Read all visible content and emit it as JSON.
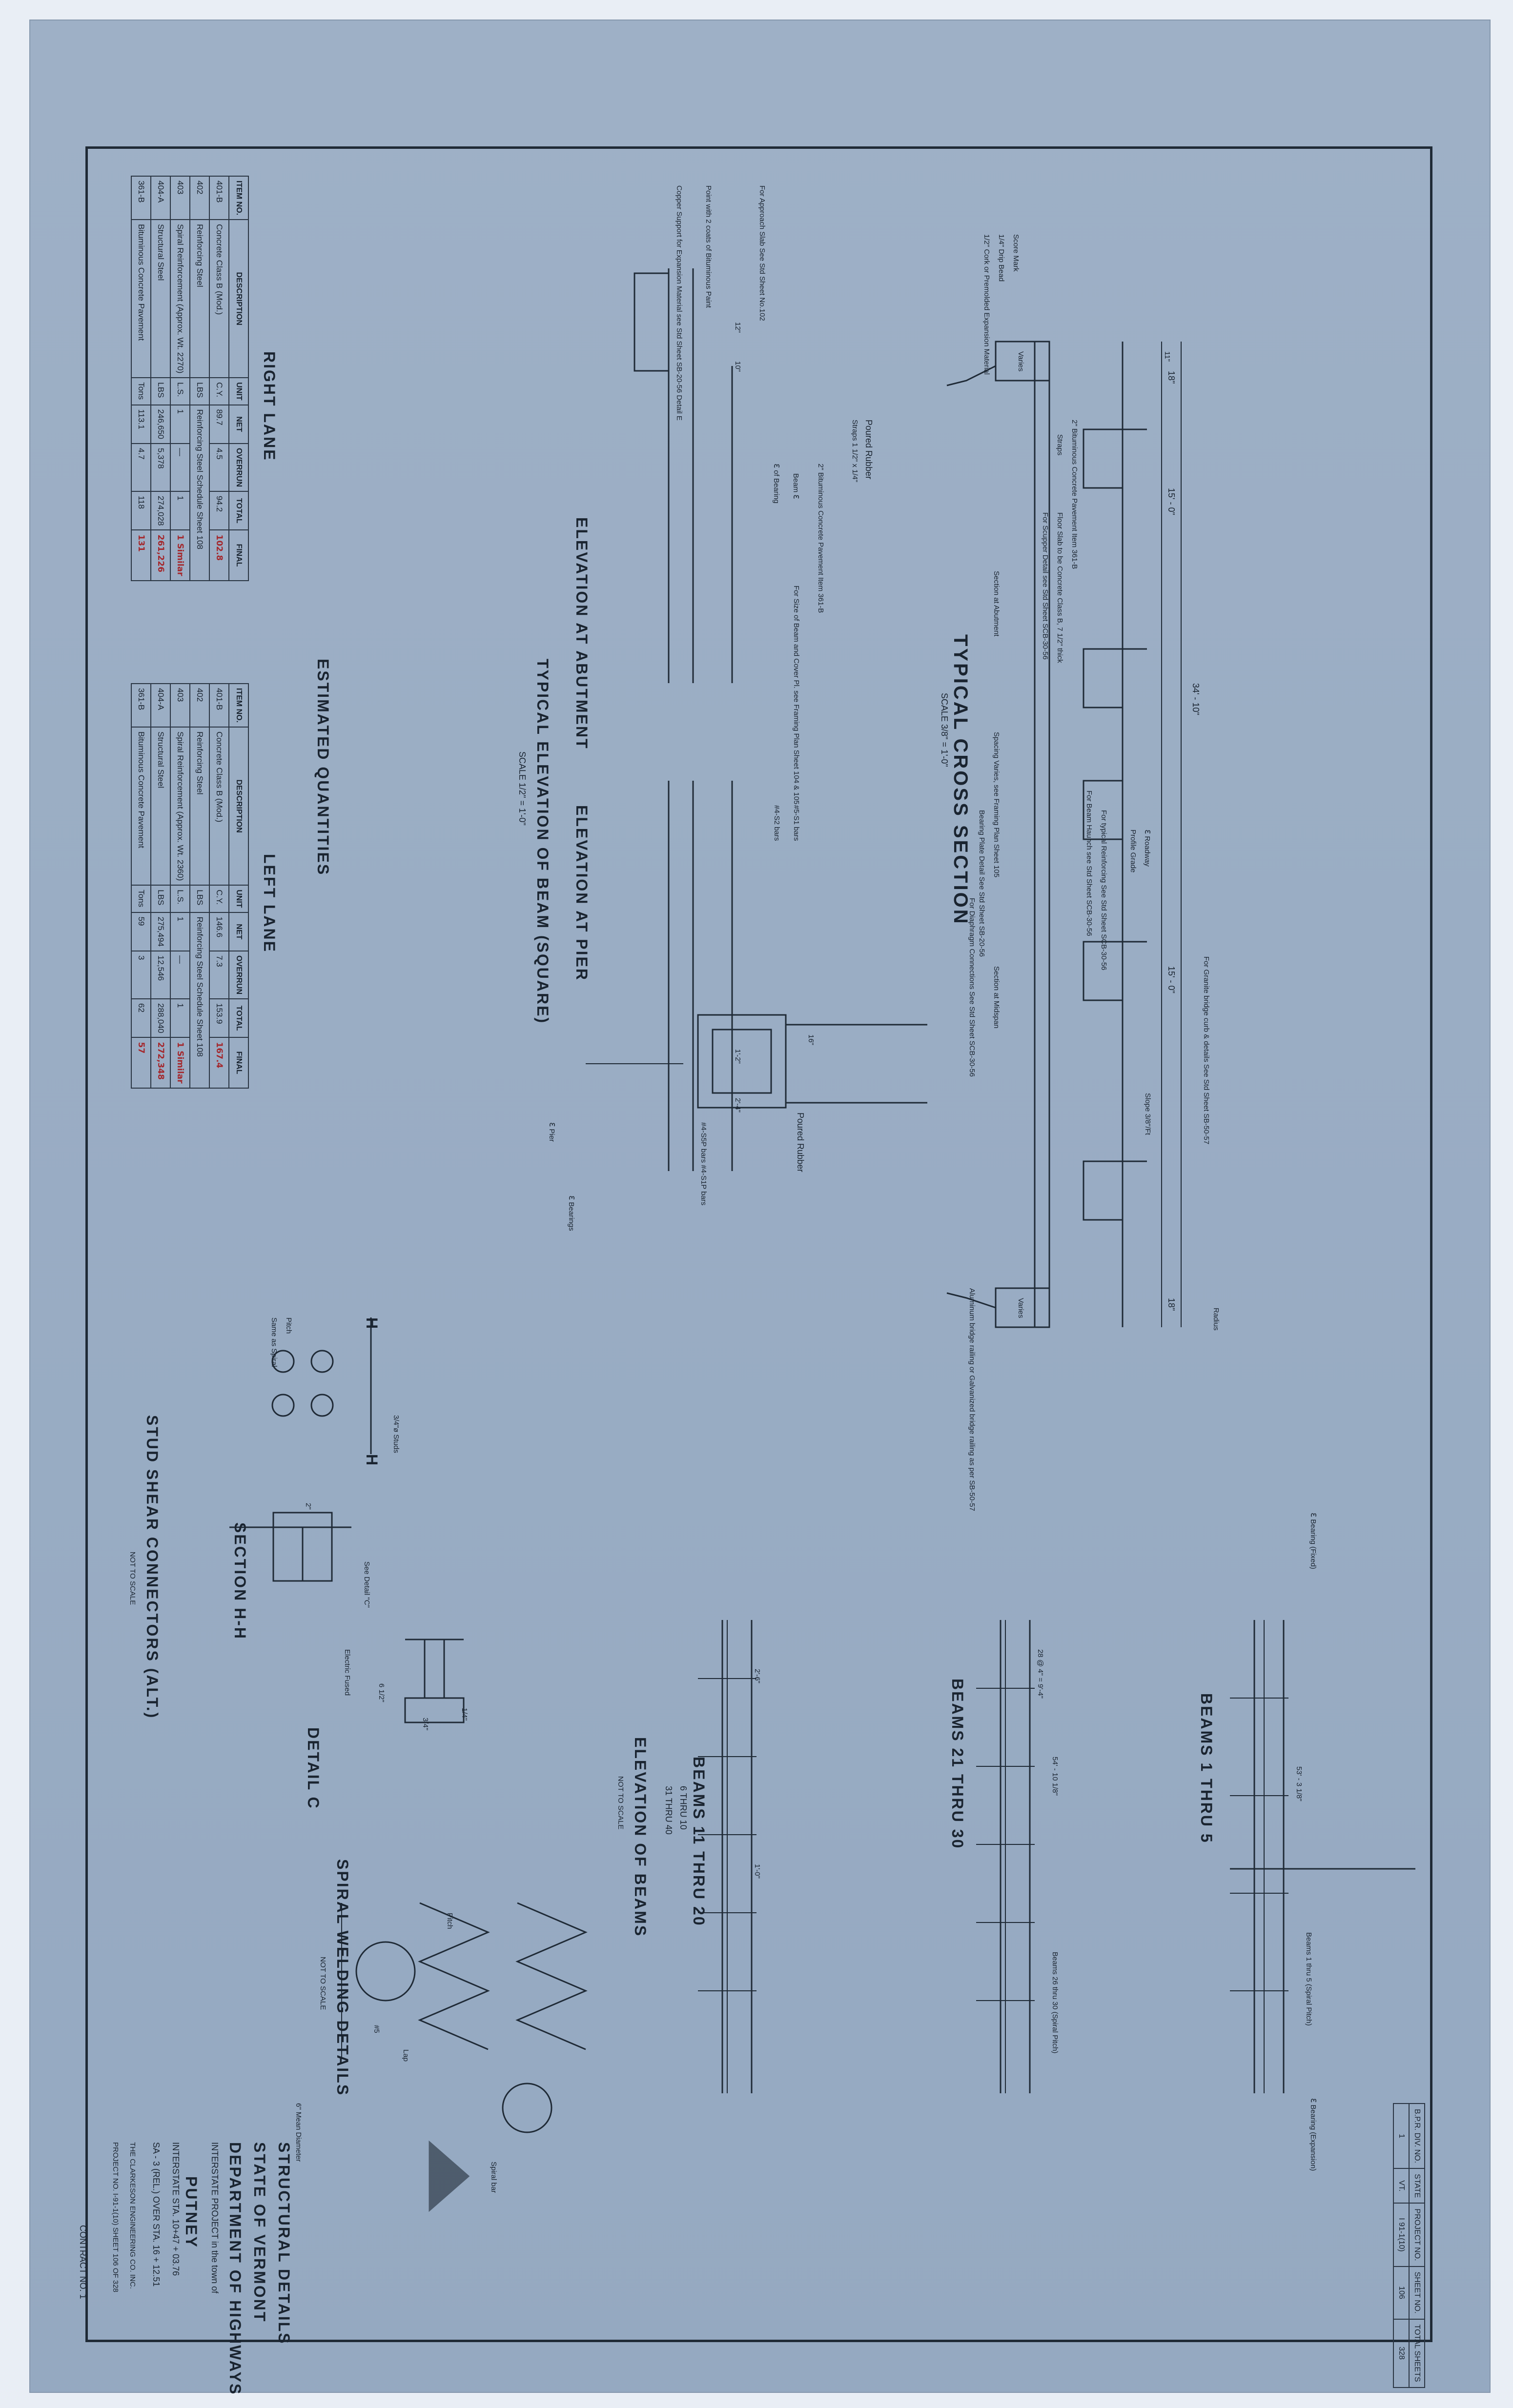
{
  "drawing": {
    "cross_section": {
      "title": "TYPICAL  CROSS  SECTION",
      "scale": "SCALE  3/8\" = 1'-0\"",
      "dim_total": "34' - 10\"",
      "dim_left": "15' - 0\"",
      "dim_right": "15' - 0\"",
      "dim_curb_left": "18\"",
      "dim_curb_right": "18\"",
      "dim_11": "11\"",
      "pavement_note": "2\" Bituminous Concrete Pavement  Item 361-B",
      "straps_note": "Straps",
      "drip_bead": "1/4\" Drip Bead",
      "score_mark": "Score Mark",
      "cork_note": "1/2\" Cork or Premolded Expansion Material",
      "scupper_note": "For Scupper Detail see Std Sheet SCB-30-56",
      "floor_note": "Floor Slab to be Concrete Class B, 7 1/2\" thick",
      "roadway": "ℇ Roadway",
      "profile_grade": "Profile Grade",
      "reinforcing_note": "For typical Reinforcing See Std Sheet SCB-30-56",
      "haunch_note": "For Beam Haunch see Std Sheet SCB-30-56",
      "bearing_plate": "Bearing Plate Detail See Std Sheet SB-20-56",
      "diaphragm": "For Diaphragm Connections See Std Sheet SCB-30-56",
      "slope": "Slope 3/8\"/Ft",
      "granite_note": "For Granite bridge curb & details See Std Sheet SB-50-57",
      "railing_note": "Aluminum bridge railing or Galvanized bridge railing as per SB-50-57",
      "varies_left": "Varies",
      "varies_right": "Varies",
      "section_abutment": "Section at Abutment",
      "spacing_varies": "Spacing Varies, see Framing Plan Sheet 105",
      "section_midspan": "Section at Midspan",
      "radius": "Radius"
    },
    "elevations": {
      "abutment_title": "ELEVATION  AT  ABUTMENT",
      "pier_title": "ELEVATION  AT  PIER",
      "beam_title": "TYPICAL  ELEVATION  OF  BEAM  (SQUARE)",
      "scale": "SCALE 1/2\" = 1'-0\"",
      "poured_rubber": "Poured Rubber",
      "straps": "Straps 1 1/2\" x 1/4\"",
      "bituminous": "2\" Bituminous Concrete Pavement Item 361-B",
      "bearing_cl": "ℇ of Bearing",
      "beam_cl": "Beam ℇ",
      "sizes_note": "For Size of Beam and Cover Pl. see Framing Plan Sheet 104 & 105",
      "copper_support": "Copper Support for Expansion Material see Std Sheet SB-20-56 Detail E",
      "point_note": "Point with 2 coats of Bituminous Paint",
      "approach_slab": "For Approach Slab See Std Sheet No.102",
      "bars_note": "#5-S1 bars",
      "bars_s2": "#4-S2 bars",
      "pier_cl": "ℇ Pier",
      "bearings_cl": "ℇ Bearings",
      "s4_bars": "#4-S5P bars #4-S1P bars",
      "dims": [
        "12\"",
        "10\"",
        "1'-2\"",
        "16\"",
        "2'-4\""
      ]
    },
    "quantities": {
      "title": "ESTIMATED  QUANTITIES",
      "right_lane": "RIGHT  LANE",
      "left_lane": "LEFT  LANE",
      "headers": [
        "ITEM NO.",
        "DESCRIPTION",
        "UNIT",
        "NET",
        "OVERRUN",
        "TOTAL",
        "FINAL"
      ],
      "right_rows": [
        [
          "401-B",
          "Concrete  Class B  (Mod.)",
          "C.Y.",
          "89.7",
          "4.5",
          "94.2",
          "102.8"
        ],
        [
          "402",
          "Reinforcing  Steel",
          "LBS",
          "Reinforcing Steel Schedule Sheet 108",
          "",
          "",
          ""
        ],
        [
          "403",
          "Spiral  Reinforcement  (Approx. Wt. 2270)",
          "L.S.",
          "1",
          "—",
          "1",
          "1 Similar"
        ],
        [
          "404-A",
          "Structural  Steel",
          "LBS",
          "246,650",
          "5,378",
          "274,028",
          "261,226"
        ],
        [
          "361-B",
          "Bituminous  Concrete  Pavement",
          "Tons",
          "113.1",
          "4.7",
          "118",
          "131"
        ]
      ],
      "left_rows": [
        [
          "401-B",
          "Concrete  Class  B  (Mod.)",
          "C.Y.",
          "146.6",
          "7.3",
          "153.9",
          "167.4"
        ],
        [
          "402",
          "Reinforcing  Steel",
          "LBS",
          "Reinforcing Steel Schedule Sheet 108",
          "",
          "",
          ""
        ],
        [
          "403",
          "Spiral  Reinforcement  (Approx. Wt. 2360)",
          "L.S.",
          "1",
          "—",
          "1",
          "1 Similar"
        ],
        [
          "404-A",
          "Structural  Steel",
          "LBS",
          "275,494",
          "12,546",
          "288,040",
          "272,348"
        ],
        [
          "361-B",
          "Bituminous  Concrete  Pavement",
          "Tons",
          "59",
          "3",
          "62",
          "57"
        ]
      ]
    },
    "beams": {
      "b1_5": "BEAMS  1  THRU  5",
      "b21_30": "BEAMS  21  THRU  30",
      "b11_20": "BEAMS  11  THRU  20",
      "b6_10": "6  THRU  10",
      "b31_40": "31  THRU  40",
      "elevation_title": "ELEVATION  OF  BEAMS",
      "not_to_scale": "NOT  TO  SCALE",
      "bearing_fixed": "ℇ Bearing (Fixed)",
      "bearing_exp": "ℇ Bearing (Expansion)",
      "spiral_pitch": "Beams 1 thru 5 (Spiral Pitch)",
      "spiral_pitch_21": "Beams 26 thru 30 (Spiral Pitch)",
      "dims": [
        "53' - 3 1/8\"",
        "54' - 10 1/8\"",
        "28 @ 4\" = 9'-4\"",
        "2'-6\"",
        "1'-0\""
      ]
    },
    "shear": {
      "title": "STUD  SHEAR  CONNECTORS  (ALT.)",
      "not_to_scale": "NOT  TO  SCALE",
      "studs": "3/4\"ø Studs",
      "pitch": "Pitch",
      "same_as_spiral": "Same as Spiral",
      "section_hh": "SECTION  H-H",
      "see_detail": "See Detail \"C\"",
      "detail_c": "DETAIL  C",
      "electric_fused": "Electric Fused",
      "dims": [
        "3/4\"",
        "6 1/2\"",
        "1/4\"",
        "2\""
      ],
      "h_mark": "H"
    },
    "spiral": {
      "title": "SPIRAL  WELDING  DETAILS",
      "not_to_scale": "NOT  TO  SCALE",
      "mean_dia": "6\" Mean Diameter",
      "bar": "#5",
      "lap": "Lap",
      "spiral_bar": "Spiral bar",
      "pitch": "Pitch"
    },
    "titleblock": {
      "project_headers": [
        "B.P.R. DIV. NO.",
        "STATE",
        "PROJECT NO.",
        "SHEET NO.",
        "TOTAL SHEETS"
      ],
      "project_values": [
        "1",
        "VT.",
        "I 91-1(10)",
        "106",
        "328"
      ],
      "l1": "STRUCTURAL  DETAILS",
      "l2": "STATE  OF  VERMONT",
      "l3": "DEPARTMENT  OF  HIGHWAYS",
      "l4": "INTERSTATE  PROJECT  in the town of",
      "l5": "PUTNEY",
      "l6": "INTERSTATE        STA. 10+47 + 03.76",
      "l7": "SA - 3 (REL.)     OVER     STA. 16 + 12.51",
      "l8": "THE  CLARKESON  ENGINEERING  CO. INC.",
      "l9": "PROJECT  NO. I-91-1(10)    SHEET 106  OF  328",
      "contract": "CONTRACT  NO. 1"
    }
  }
}
